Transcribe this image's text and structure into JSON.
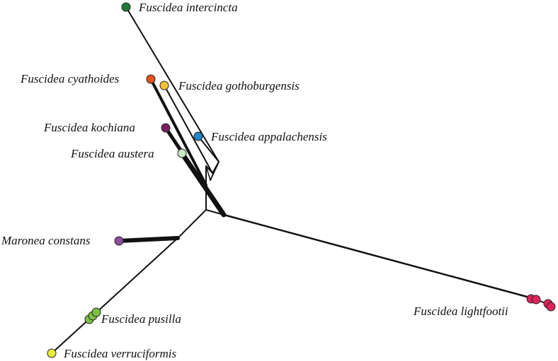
{
  "network": {
    "taxa": [
      {
        "id": "intercincta",
        "label": "Fuscidea intercincta",
        "color": "#1f7a35"
      },
      {
        "id": "cyathoides",
        "label": "Fuscidea cyathoides",
        "color": "#e8531c"
      },
      {
        "id": "gothoburgensis",
        "label": "Fuscidea gothoburgensis",
        "color": "#f4c232"
      },
      {
        "id": "kochiana",
        "label": "Fuscidea kochiana",
        "color": "#7a1f5c"
      },
      {
        "id": "appalachensis",
        "label": "Fuscidea appalachensis",
        "color": "#1f86c8"
      },
      {
        "id": "austera",
        "label": "Fuscidea austera",
        "color": "#c9e7c2"
      },
      {
        "id": "maronea",
        "label": "Maronea constans",
        "color": "#8e4ea0"
      },
      {
        "id": "pusilla",
        "label": "Fuscidea pusilla",
        "color": "#7bc142"
      },
      {
        "id": "verruciformis",
        "label": "Fuscidea verruciformis",
        "color": "#ecec3a"
      },
      {
        "id": "lightfootii",
        "label": "Fuscidea lightfootii",
        "color": "#e0245a"
      }
    ]
  }
}
